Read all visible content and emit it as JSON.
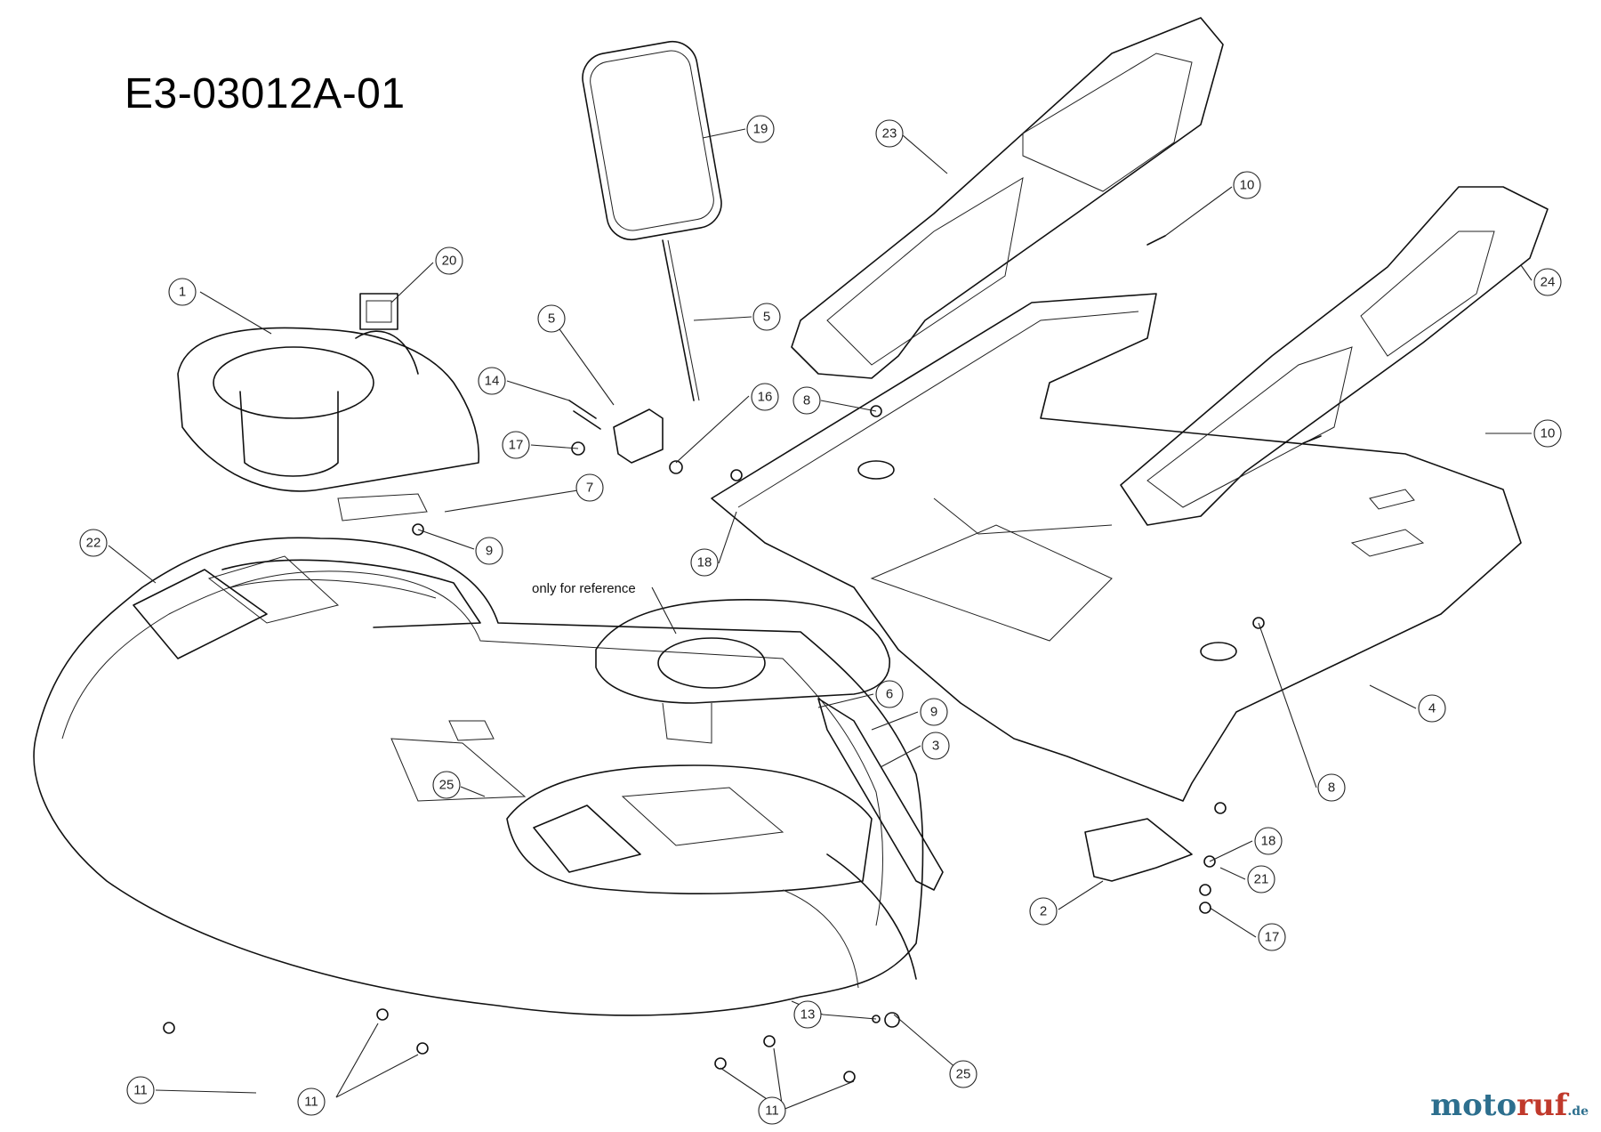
{
  "diagram": {
    "title": "E3-03012A-01",
    "note": "only for reference",
    "brand": {
      "name_a": "moto",
      "name_b": "ruf",
      "tld": ".de"
    },
    "callouts": [
      {
        "id": "c1",
        "label": "1"
      },
      {
        "id": "c20",
        "label": "20"
      },
      {
        "id": "c19",
        "label": "19"
      },
      {
        "id": "c23",
        "label": "23"
      },
      {
        "id": "c10a",
        "label": "10"
      },
      {
        "id": "c24",
        "label": "24"
      },
      {
        "id": "c5a",
        "label": "5"
      },
      {
        "id": "c5b",
        "label": "5"
      },
      {
        "id": "c14",
        "label": "14"
      },
      {
        "id": "c16",
        "label": "16"
      },
      {
        "id": "c8a",
        "label": "8"
      },
      {
        "id": "c17a",
        "label": "17"
      },
      {
        "id": "c7",
        "label": "7"
      },
      {
        "id": "c10b",
        "label": "10"
      },
      {
        "id": "c22",
        "label": "22"
      },
      {
        "id": "c9a",
        "label": "9"
      },
      {
        "id": "c18a",
        "label": "18"
      },
      {
        "id": "c6",
        "label": "6"
      },
      {
        "id": "c9b",
        "label": "9"
      },
      {
        "id": "c3",
        "label": "3"
      },
      {
        "id": "c4",
        "label": "4"
      },
      {
        "id": "c25a",
        "label": "25"
      },
      {
        "id": "c8b",
        "label": "8"
      },
      {
        "id": "c18b",
        "label": "18"
      },
      {
        "id": "c21",
        "label": "21"
      },
      {
        "id": "c2",
        "label": "2"
      },
      {
        "id": "c17b",
        "label": "17"
      },
      {
        "id": "c13",
        "label": "13"
      },
      {
        "id": "c25b",
        "label": "25"
      },
      {
        "id": "c11a",
        "label": "11"
      },
      {
        "id": "c11b",
        "label": "11"
      },
      {
        "id": "c11c",
        "label": "11"
      }
    ]
  }
}
